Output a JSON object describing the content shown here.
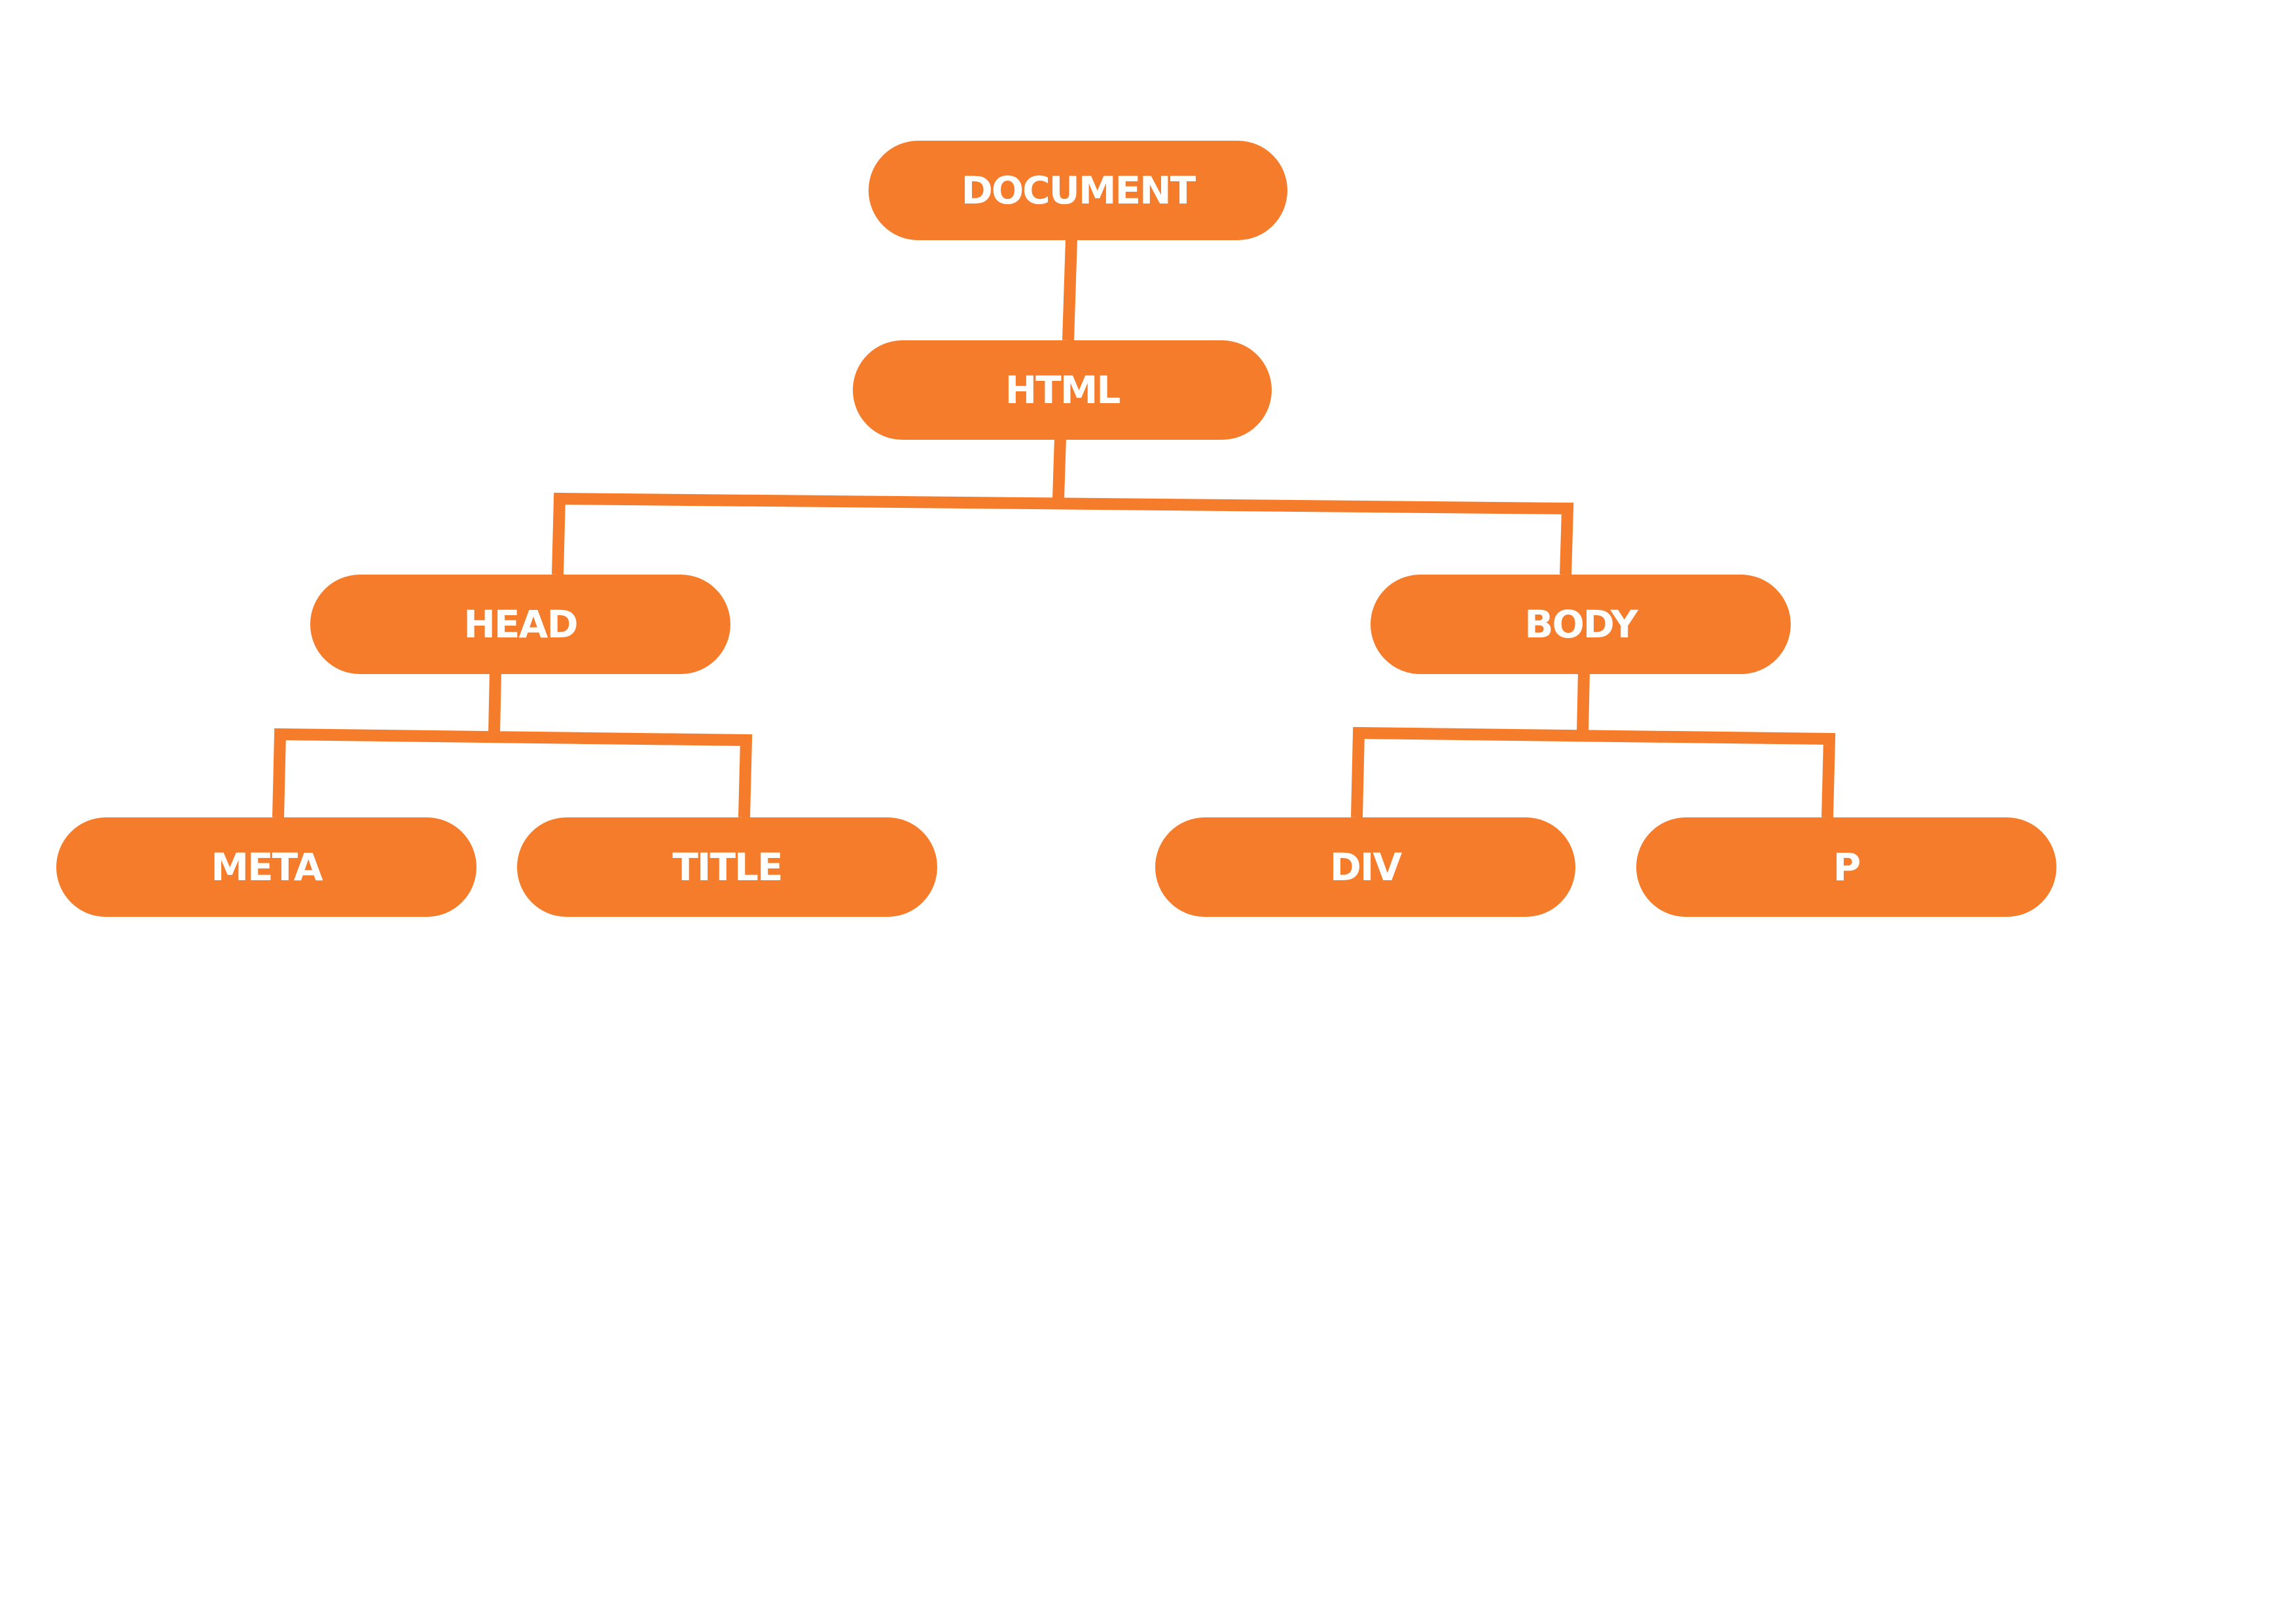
{
  "diagram": {
    "accent_color": "#F57C2B",
    "label_color": "#FFFFFF",
    "background_color": "#FFFFFF",
    "nodes": {
      "document": "DOCUMENT",
      "html": "HTML",
      "head": "HEAD",
      "body": "BODY",
      "meta": "META",
      "title": "TITLE",
      "div": "DIV",
      "p": "P"
    },
    "edges": [
      [
        "document",
        "html"
      ],
      [
        "html",
        "head"
      ],
      [
        "html",
        "body"
      ],
      [
        "head",
        "meta"
      ],
      [
        "head",
        "title"
      ],
      [
        "body",
        "div"
      ],
      [
        "body",
        "p"
      ]
    ]
  }
}
